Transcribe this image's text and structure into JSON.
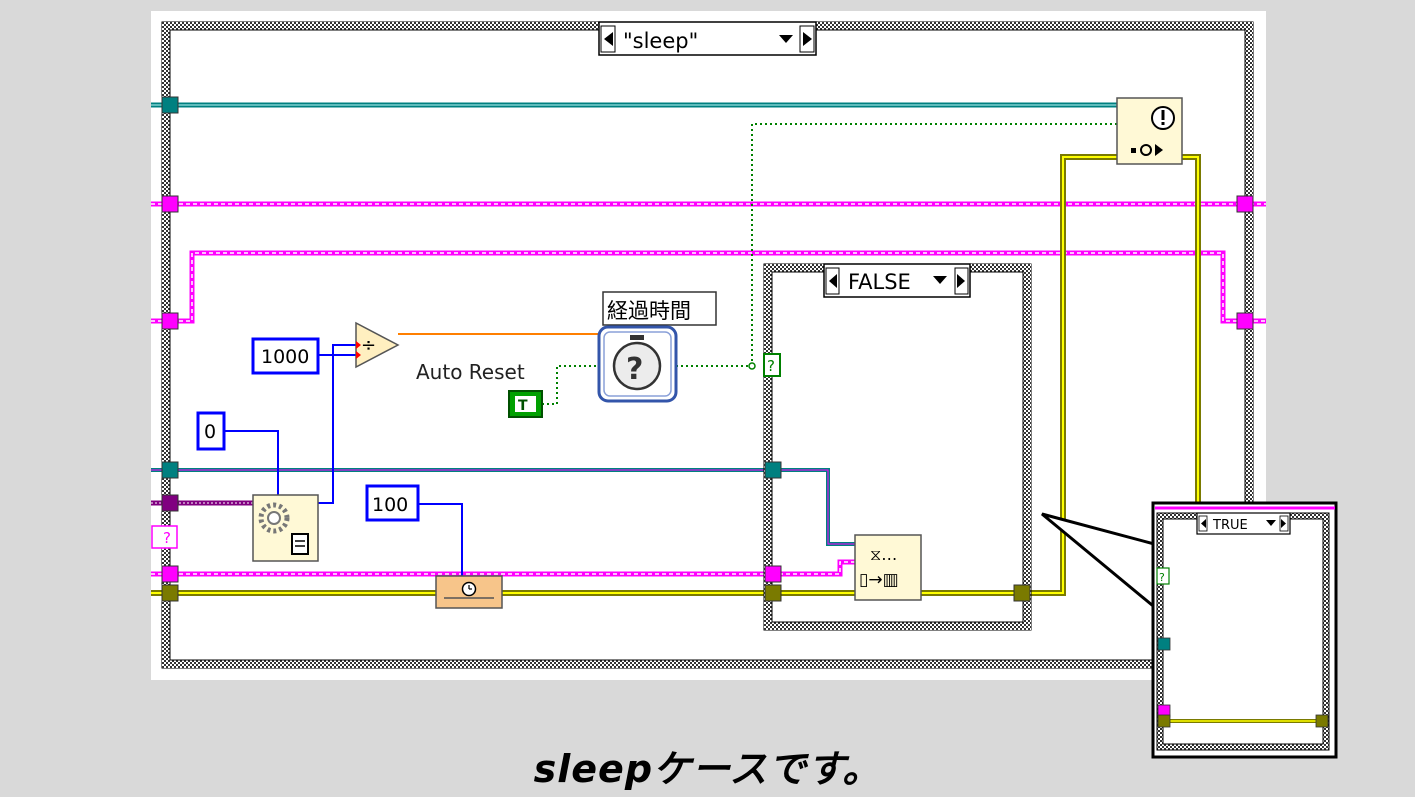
{
  "case_selector": {
    "label": "\"sleep\""
  },
  "inner_case": {
    "label": "FALSE"
  },
  "inset_case": {
    "label": "TRUE"
  },
  "constants": {
    "ms_divisor": "1000",
    "zero": "0",
    "wait_ms": "100",
    "bool_true": "T"
  },
  "labels": {
    "elapsed_time": "経過時間",
    "auto_reset": "Auto Reset",
    "selector_terminal": "?"
  },
  "caption": "sleepケースです。",
  "colors": {
    "background": "#d9d9d9",
    "diagram": "#ffffff",
    "cluster_wire": "#ff00ff",
    "error_wire": "#a8a800",
    "refnum_wire": "#008080",
    "numeric_wire": "#0000ff",
    "boolean_wire": "#008000",
    "float_wire": "#ff7f00",
    "variant_wire": "#800080"
  }
}
